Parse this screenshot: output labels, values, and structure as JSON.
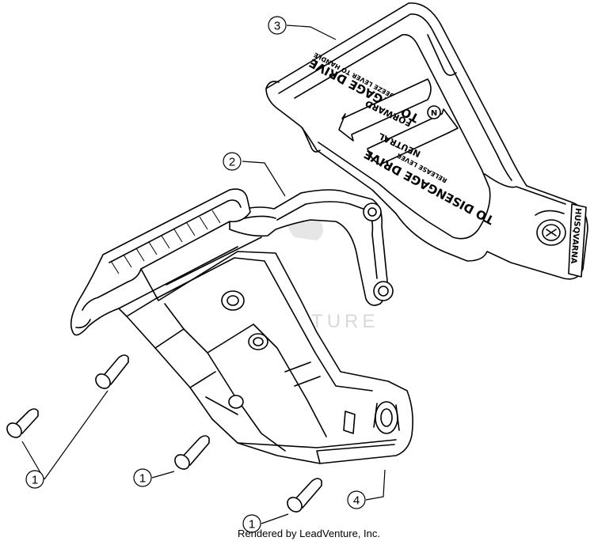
{
  "callouts": [
    {
      "label": "1"
    },
    {
      "label": "1"
    },
    {
      "label": "1"
    },
    {
      "label": "1"
    },
    {
      "label": "2"
    },
    {
      "label": "3"
    },
    {
      "label": "4"
    }
  ],
  "decal": {
    "engage_title": "TO ENGAGE DRIVE",
    "engage_sub": "SQUEEZE LEVER TO HANDLE",
    "forward": "FORWARD",
    "neutral": "NEUTRAL",
    "neutral_badge": "N",
    "disengage_title": "TO DISENGAGE DRIVE",
    "disengage_sub": "RELEASE LEVER",
    "brand": "HUSQVARNA"
  },
  "watermark": "LEADVENTURE",
  "footer": "Rendered by LeadVenture, Inc."
}
